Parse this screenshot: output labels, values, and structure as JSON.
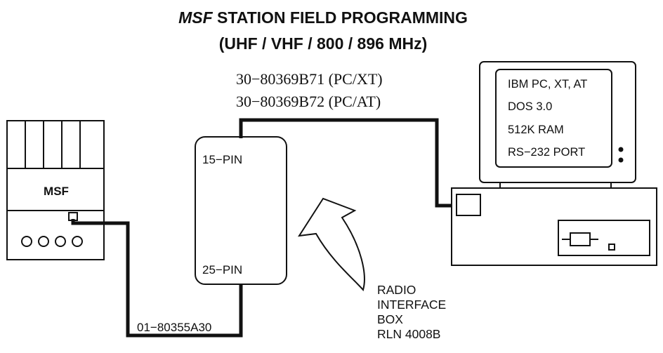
{
  "title": {
    "brand": "MSF",
    "line1_rest": " STATION FIELD PROGRAMMING",
    "line2": "(UHF / VHF / 800 / 896 MHz)"
  },
  "cables": {
    "pc_xt": "30−80369B71 (PC/XT)",
    "pc_at": "30−80369B72 (PC/AT)",
    "station": "01−80355A30"
  },
  "msf_station": {
    "label": "MSF"
  },
  "interface_box": {
    "pin_top": "15−PIN",
    "pin_bottom": "25−PIN"
  },
  "computer_screen": {
    "lines": [
      "IBM PC, XT, AT",
      "DOS 3.0",
      "512K RAM",
      "RS−232  PORT"
    ]
  },
  "callout": {
    "lines": [
      "RADIO",
      "INTERFACE",
      "BOX",
      "RLN 4008B"
    ]
  }
}
